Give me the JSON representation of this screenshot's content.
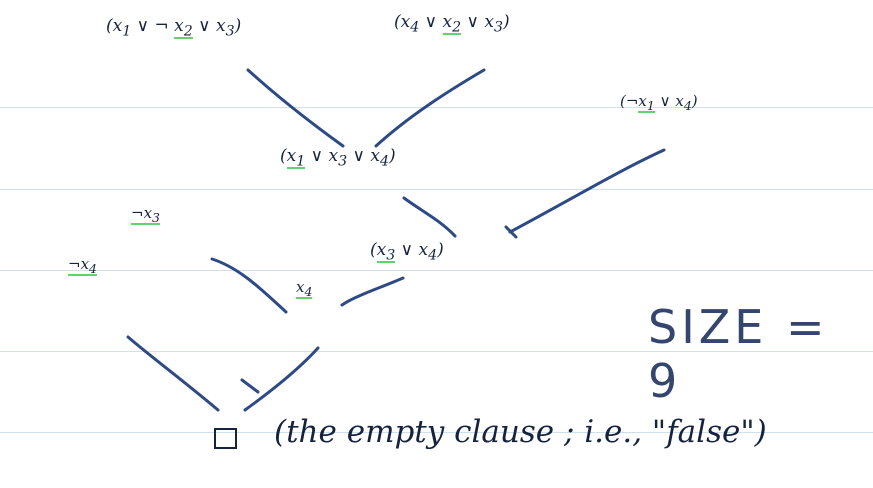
{
  "clauses": {
    "c1": {
      "open": "(x",
      "s1": "1",
      "mid1": " ∨ ¬ ",
      "lit": "x",
      "s2": "2",
      "mid2": " ∨ x",
      "s3": "3",
      "close": ")"
    },
    "c2": {
      "open": "(x",
      "s1": "4",
      "mid1": " ∨ ",
      "lit": "x",
      "s2": "2",
      "mid2": " ∨ x",
      "s3": "3",
      "close": ")"
    },
    "c3": {
      "open": "(¬",
      "lit": "x",
      "s1": "1",
      "mid1": " ∨ x",
      "s2": "4",
      "close": ")"
    },
    "c4": {
      "open": "(",
      "lit": "x",
      "s1": "1",
      "mid1": " ∨ x",
      "s2": "3",
      "mid2": " ∨ x",
      "s3": "4",
      "close": ")"
    },
    "c5": {
      "open": "¬",
      "lit": "x",
      "s1": "3"
    },
    "c6": {
      "open": "(",
      "lit": "x",
      "s1": "3",
      "mid1": " ∨ x",
      "s2": "4",
      "close": ")"
    },
    "c7": {
      "open": "¬",
      "lit": "x",
      "s1": "4"
    },
    "c8": {
      "lit": "x",
      "s1": "4"
    }
  },
  "size_label": "SIZE = 9",
  "empty_clause_caption": "(the empty clause ; i.e., \"false\")",
  "colors": {
    "ink": "#16233e",
    "edge": "#2d4a85",
    "underline": "#5fd36f",
    "ruling": "#cfe0ec"
  }
}
